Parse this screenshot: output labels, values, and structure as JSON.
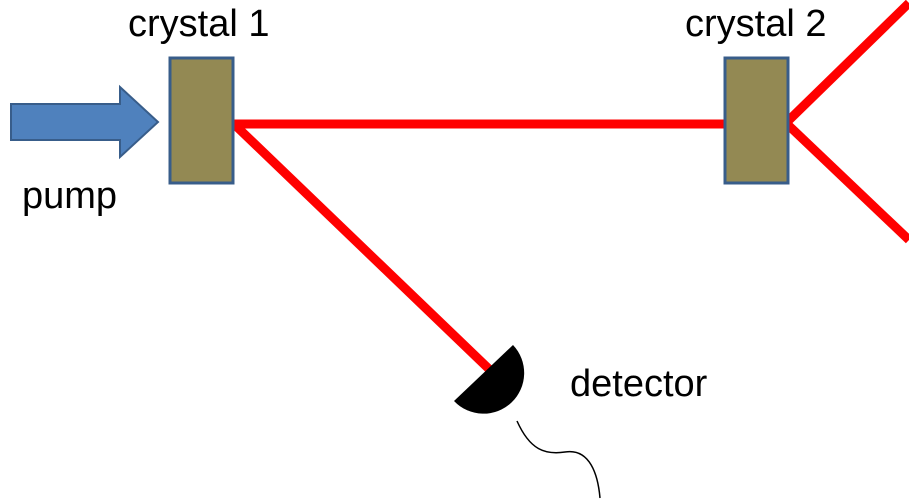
{
  "labels": {
    "crystal1": "crystal 1",
    "crystal2": "crystal 2",
    "pump": "pump",
    "detector": "detector"
  },
  "colors": {
    "beam": "#ff0000",
    "crystal_fill": "#938953",
    "crystal_stroke": "#385d8a",
    "arrow_fill": "#4f81bd",
    "arrow_stroke": "#385d8a",
    "detector": "#000000",
    "text": "#000000"
  }
}
